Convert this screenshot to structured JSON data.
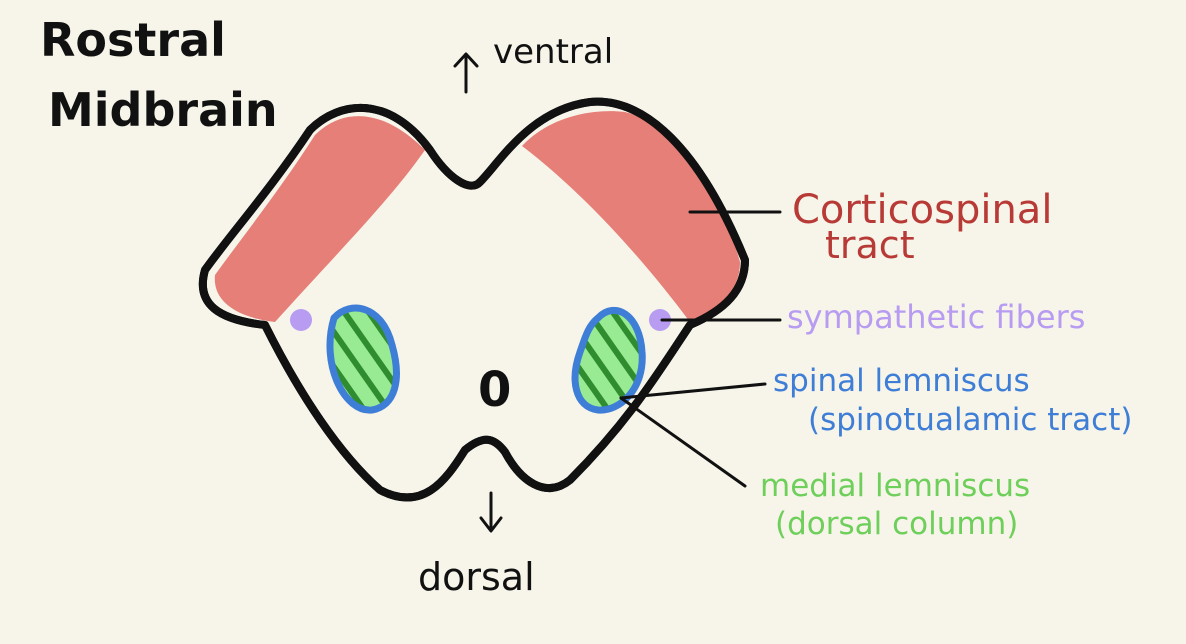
{
  "title": {
    "line1": "Rostral",
    "line2": "Midbrain"
  },
  "orientation": {
    "top": "ventral",
    "bottom": "dorsal"
  },
  "center_mark": "0",
  "labels": {
    "corticospinal_line1": "Corticospinal",
    "corticospinal_line2": "tract",
    "sympathetic": "sympathetic fibers",
    "spinal_line1": "spinal lemniscus",
    "spinal_line2": "(spinotualamic tract)",
    "medial_line1": "medial lemniscus",
    "medial_line2": "(dorsal column)"
  },
  "colors": {
    "background": "#f7f5ea",
    "outline": "#111111",
    "corticospinal_fill": "#e67f78",
    "corticospinal_text": "#b83a36",
    "sympathetic": "#b79cf1",
    "spinal": "#3f7ed7",
    "medial": "#6fcf5b",
    "medial_fill": "#98eb93"
  }
}
